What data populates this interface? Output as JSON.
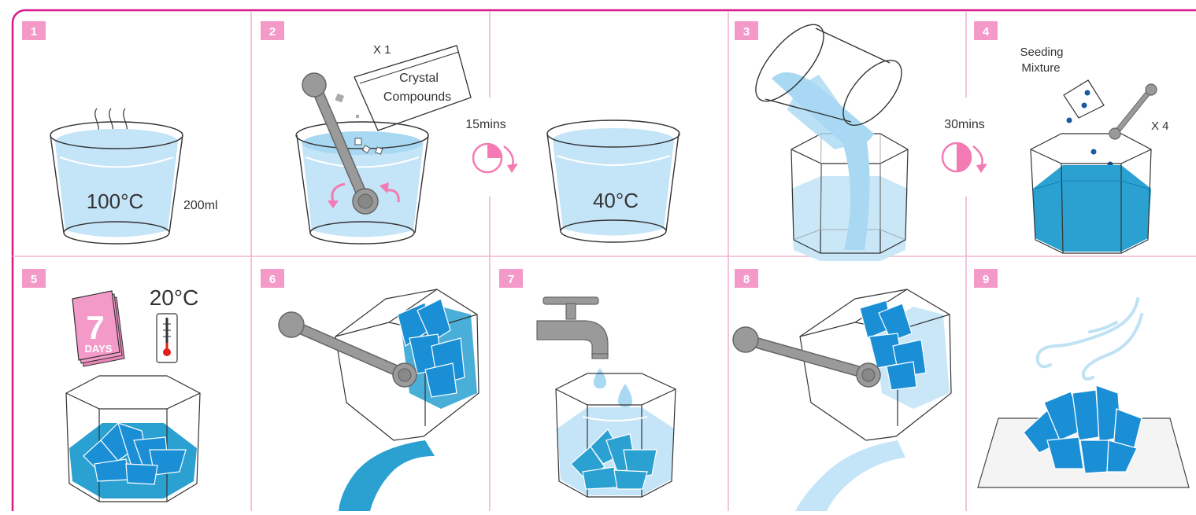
{
  "colors": {
    "border": "#d6198c",
    "badge": "#f49ac9",
    "arrow_pink": "#f47ab3",
    "divider": "#f0b6d3",
    "water_light": "#c4e4f7",
    "water_mid": "#a8d8f2",
    "water_deep": "#2aa1d1",
    "crystal": "#1a8fd6",
    "crystal_dark": "#1565b3",
    "spoon": "#9a9a9a",
    "spoon_edge": "#666666",
    "outline": "#333333",
    "steam": "#444444",
    "seed": "#1a5aa0",
    "calendar": "#f49ac9",
    "thermo_red": "#e0201b",
    "wind": "#bfe3f4"
  },
  "steps": [
    {
      "number": "1",
      "icon": "hot-water-cup",
      "temperature": "100°C",
      "volume": "200ml"
    },
    {
      "number": "2",
      "icon": "stir-spoon",
      "packet_label_line1": "Crystal",
      "packet_label_line2": "Compounds",
      "quantity": "X 1"
    },
    {
      "number": "",
      "icon": "cooled-cup",
      "wait_time": "15mins",
      "temperature": "40°C"
    },
    {
      "number": "3",
      "icon": "pour-into-container",
      "wait_time": "30mins"
    },
    {
      "number": "4",
      "icon": "seeding",
      "label_line1": "Seeding",
      "label_line2": "Mixture",
      "quantity": "X 4"
    },
    {
      "number": "5",
      "icon": "calendar-thermometer",
      "calendar_number": "7",
      "calendar_unit": "DAYS",
      "temperature": "20°C"
    },
    {
      "number": "6",
      "icon": "spoon-drain"
    },
    {
      "number": "7",
      "icon": "tap-rinse"
    },
    {
      "number": "8",
      "icon": "spoon-drain"
    },
    {
      "number": "9",
      "icon": "dry-crystals"
    }
  ],
  "timer_15_fraction": 0.25,
  "timer_30_fraction": 0.5
}
